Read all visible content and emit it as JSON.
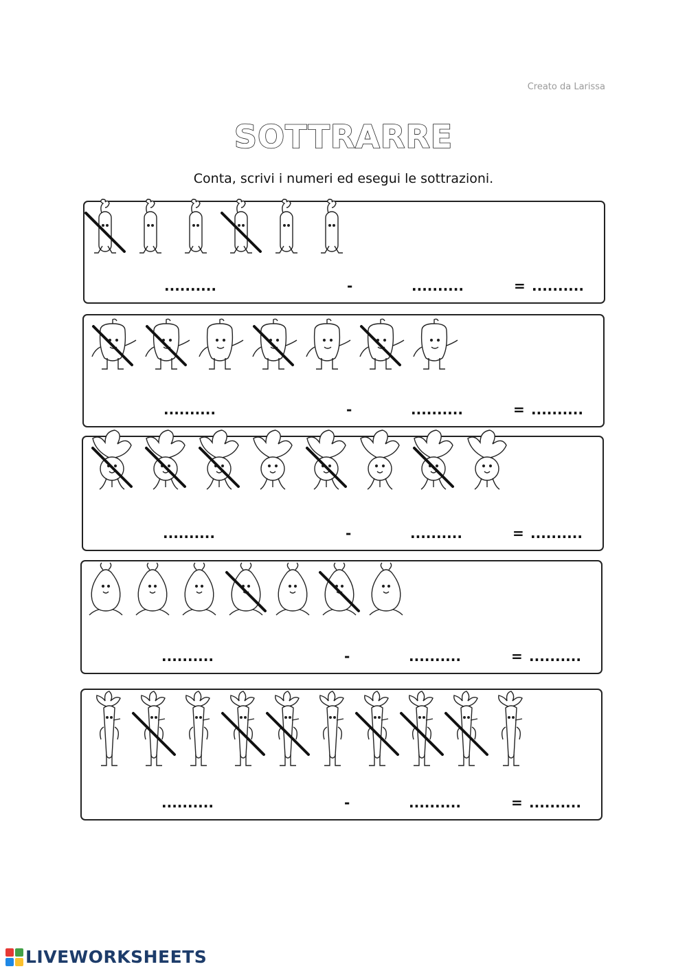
{
  "credit": "Creato da Larissa",
  "title": "SOTTRARRE",
  "instruction": "Conta, scrivi i numeri ed esegui le sottrazioni.",
  "equation": {
    "blank": "..........",
    "minus": "-",
    "equals": "="
  },
  "rows": [
    {
      "vegetable": "zucchina",
      "total": 6,
      "crossed": [
        1,
        4
      ]
    },
    {
      "vegetable": "peperone",
      "total": 7,
      "crossed": [
        1,
        2,
        4,
        6
      ]
    },
    {
      "vegetable": "rapa",
      "total": 8,
      "crossed": [
        1,
        2,
        3,
        5,
        7
      ]
    },
    {
      "vegetable": "melanzana",
      "total": 7,
      "crossed": [
        4,
        6
      ]
    },
    {
      "vegetable": "carota",
      "total": 10,
      "crossed": [
        2,
        4,
        5,
        7,
        8,
        9
      ]
    }
  ],
  "footer": {
    "brand": "LIVEWORKSHEETS",
    "logo_colors": [
      "#e53935",
      "#43a047",
      "#1e88e5",
      "#fbc02d"
    ]
  }
}
